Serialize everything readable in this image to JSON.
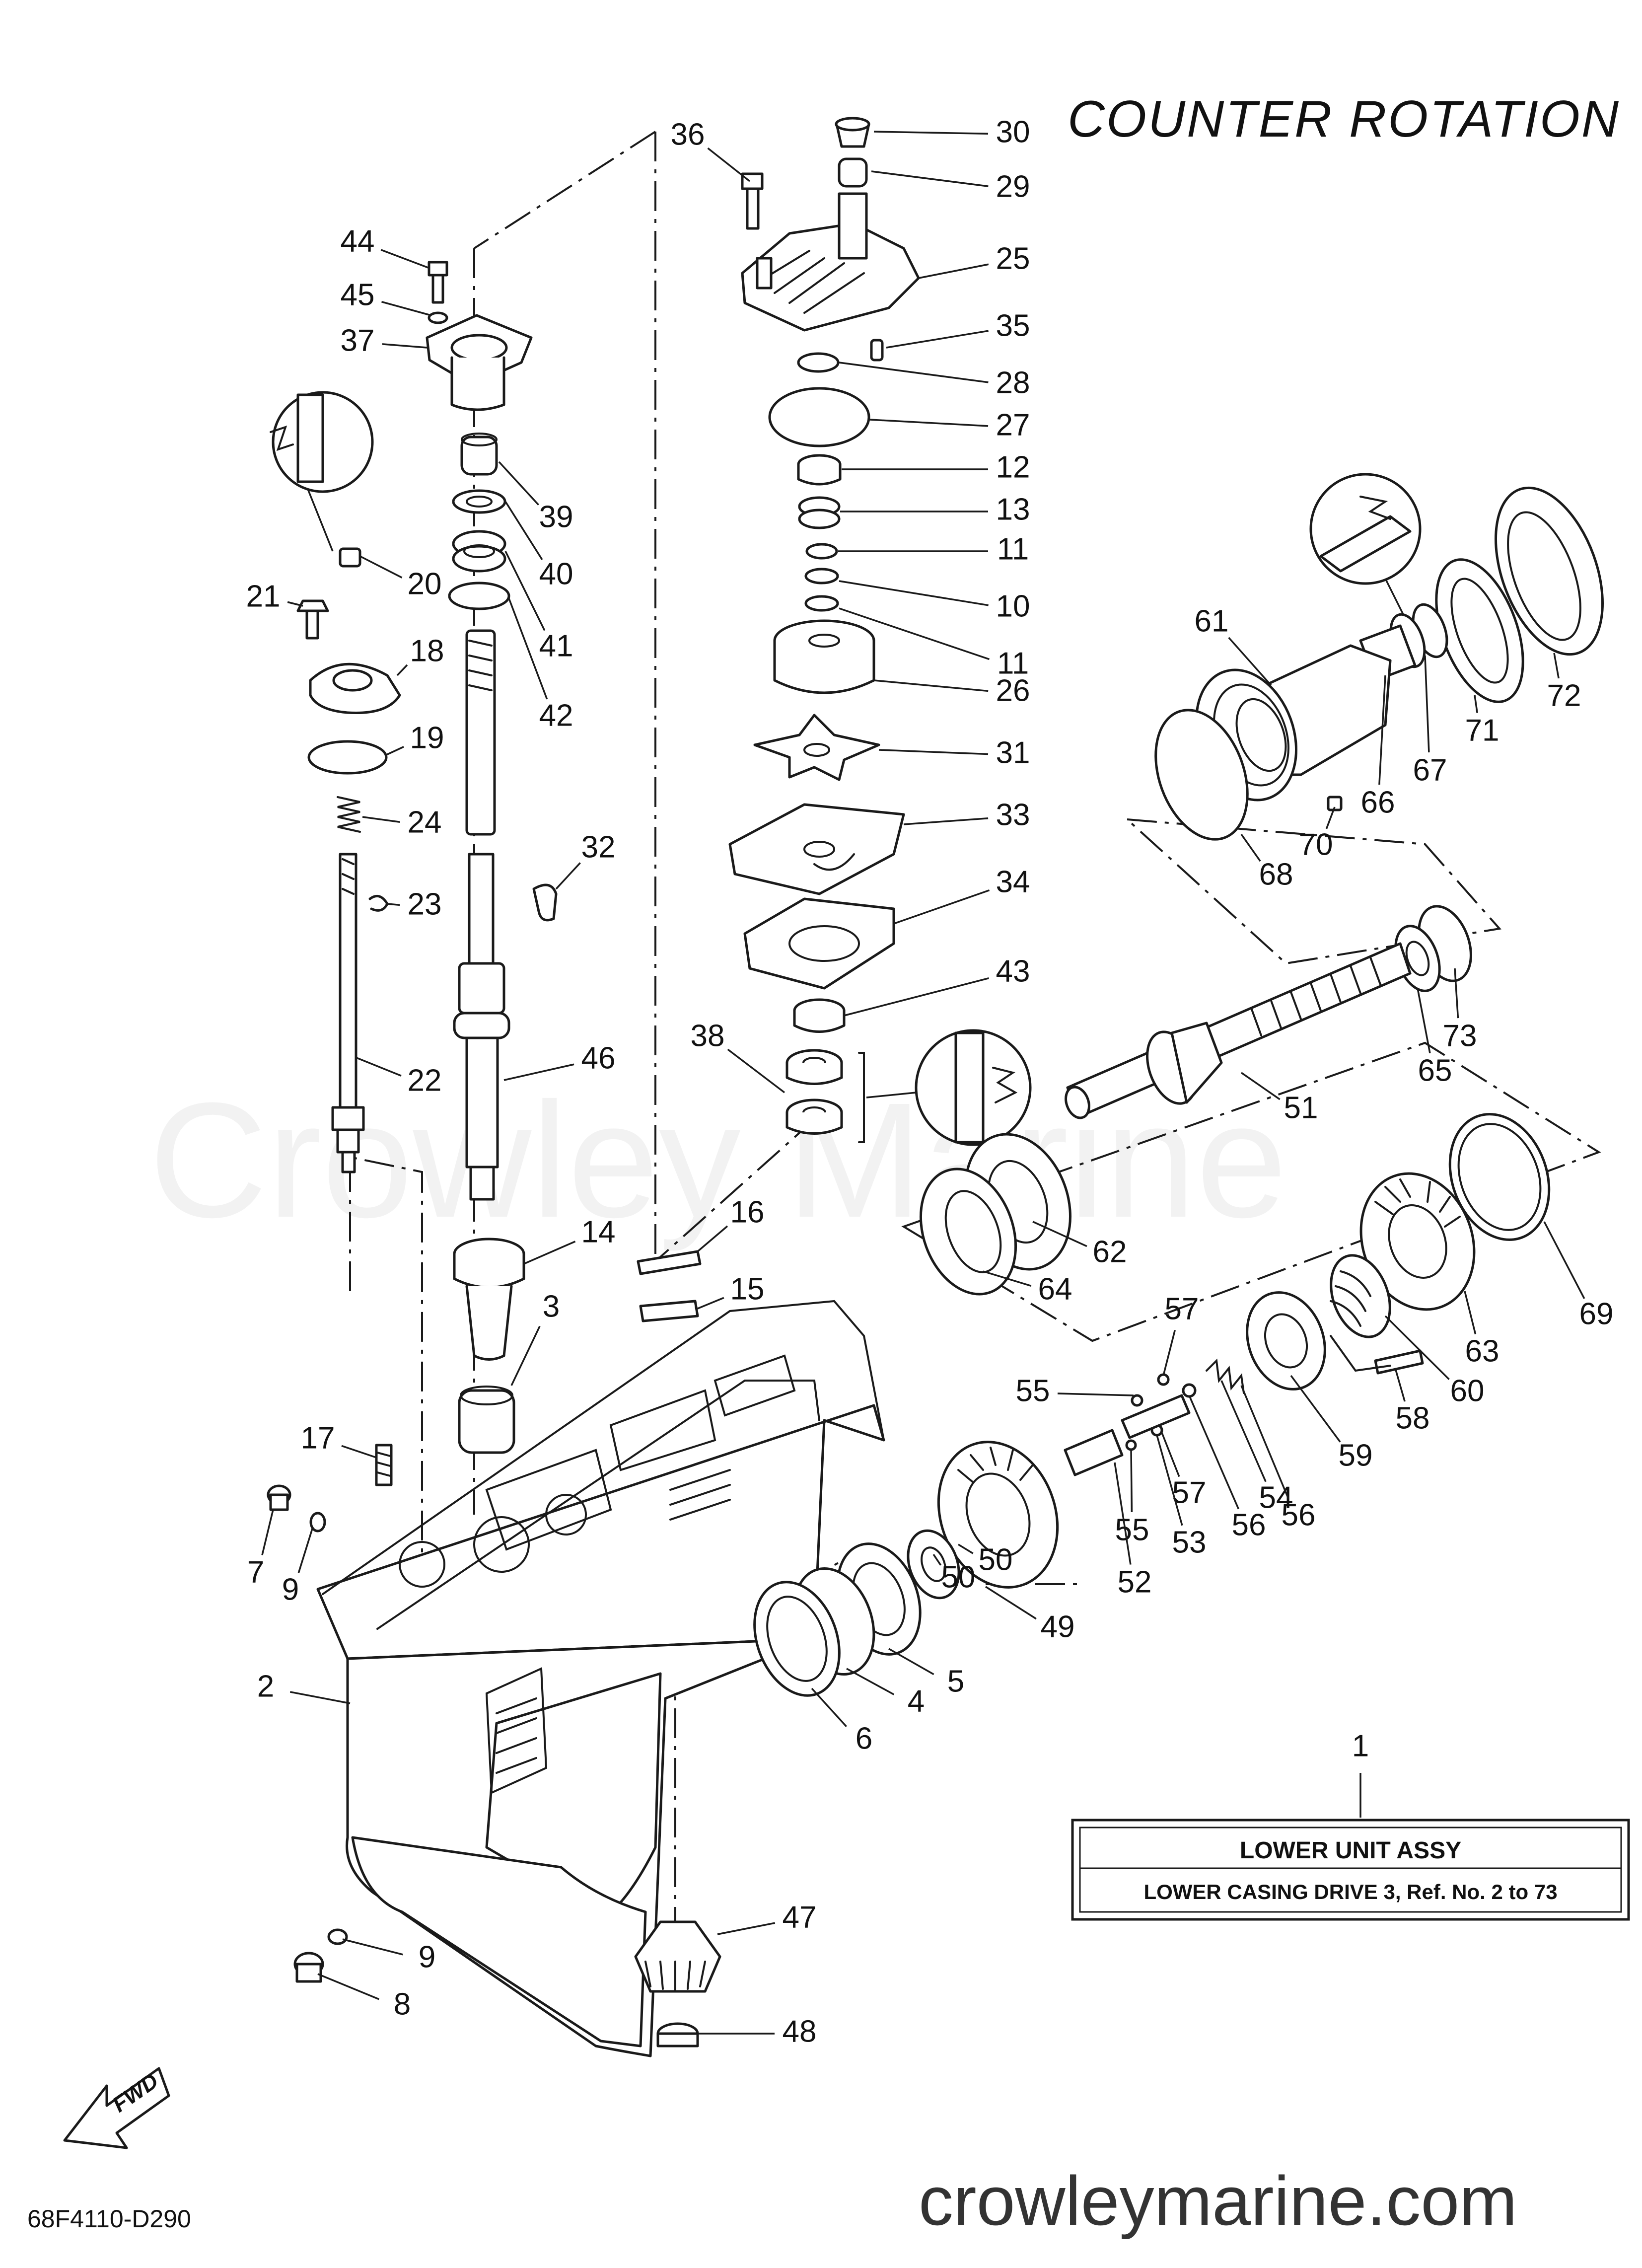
{
  "header": {
    "title": "COUNTER  ROTATION"
  },
  "assembly_box": {
    "ref_number": "1",
    "line1": "LOWER  UNIT ASSY",
    "line2": "LOWER CASING DRIVE 3, Ref. No. 2 to 73"
  },
  "footer": {
    "diagram_code": "68F4110-D290",
    "website": "crowleymarine.com",
    "fwd_label": "FWD"
  },
  "watermark": "Crowley Marine",
  "callouts": [
    {
      "n": "36"
    },
    {
      "n": "30"
    },
    {
      "n": "29"
    },
    {
      "n": "25"
    },
    {
      "n": "35"
    },
    {
      "n": "28"
    },
    {
      "n": "27"
    },
    {
      "n": "12"
    },
    {
      "n": "13"
    },
    {
      "n": "11"
    },
    {
      "n": "10"
    },
    {
      "n": "11"
    },
    {
      "n": "26"
    },
    {
      "n": "31"
    },
    {
      "n": "33"
    },
    {
      "n": "34"
    },
    {
      "n": "43"
    },
    {
      "n": "38"
    },
    {
      "n": "44"
    },
    {
      "n": "45"
    },
    {
      "n": "37"
    },
    {
      "n": "39"
    },
    {
      "n": "40"
    },
    {
      "n": "41"
    },
    {
      "n": "42"
    },
    {
      "n": "20"
    },
    {
      "n": "21"
    },
    {
      "n": "18"
    },
    {
      "n": "19"
    },
    {
      "n": "24"
    },
    {
      "n": "23"
    },
    {
      "n": "32"
    },
    {
      "n": "22"
    },
    {
      "n": "46"
    },
    {
      "n": "14"
    },
    {
      "n": "16"
    },
    {
      "n": "15"
    },
    {
      "n": "3"
    },
    {
      "n": "17"
    },
    {
      "n": "7"
    },
    {
      "n": "9"
    },
    {
      "n": "2"
    },
    {
      "n": "9"
    },
    {
      "n": "8"
    },
    {
      "n": "47"
    },
    {
      "n": "48"
    },
    {
      "n": "61"
    },
    {
      "n": "72"
    },
    {
      "n": "71"
    },
    {
      "n": "67"
    },
    {
      "n": "66"
    },
    {
      "n": "70"
    },
    {
      "n": "68"
    },
    {
      "n": "65"
    },
    {
      "n": "73"
    },
    {
      "n": "51"
    },
    {
      "n": "62"
    },
    {
      "n": "64"
    },
    {
      "n": "69"
    },
    {
      "n": "63"
    },
    {
      "n": "60"
    },
    {
      "n": "58"
    },
    {
      "n": "59"
    },
    {
      "n": "57"
    },
    {
      "n": "55"
    },
    {
      "n": "54"
    },
    {
      "n": "56"
    },
    {
      "n": "56"
    },
    {
      "n": "57"
    },
    {
      "n": "53"
    },
    {
      "n": "55"
    },
    {
      "n": "52"
    },
    {
      "n": "50"
    },
    {
      "n": "50"
    },
    {
      "n": "49"
    },
    {
      "n": "5"
    },
    {
      "n": "4"
    },
    {
      "n": "6"
    },
    {
      "n": "1"
    }
  ]
}
